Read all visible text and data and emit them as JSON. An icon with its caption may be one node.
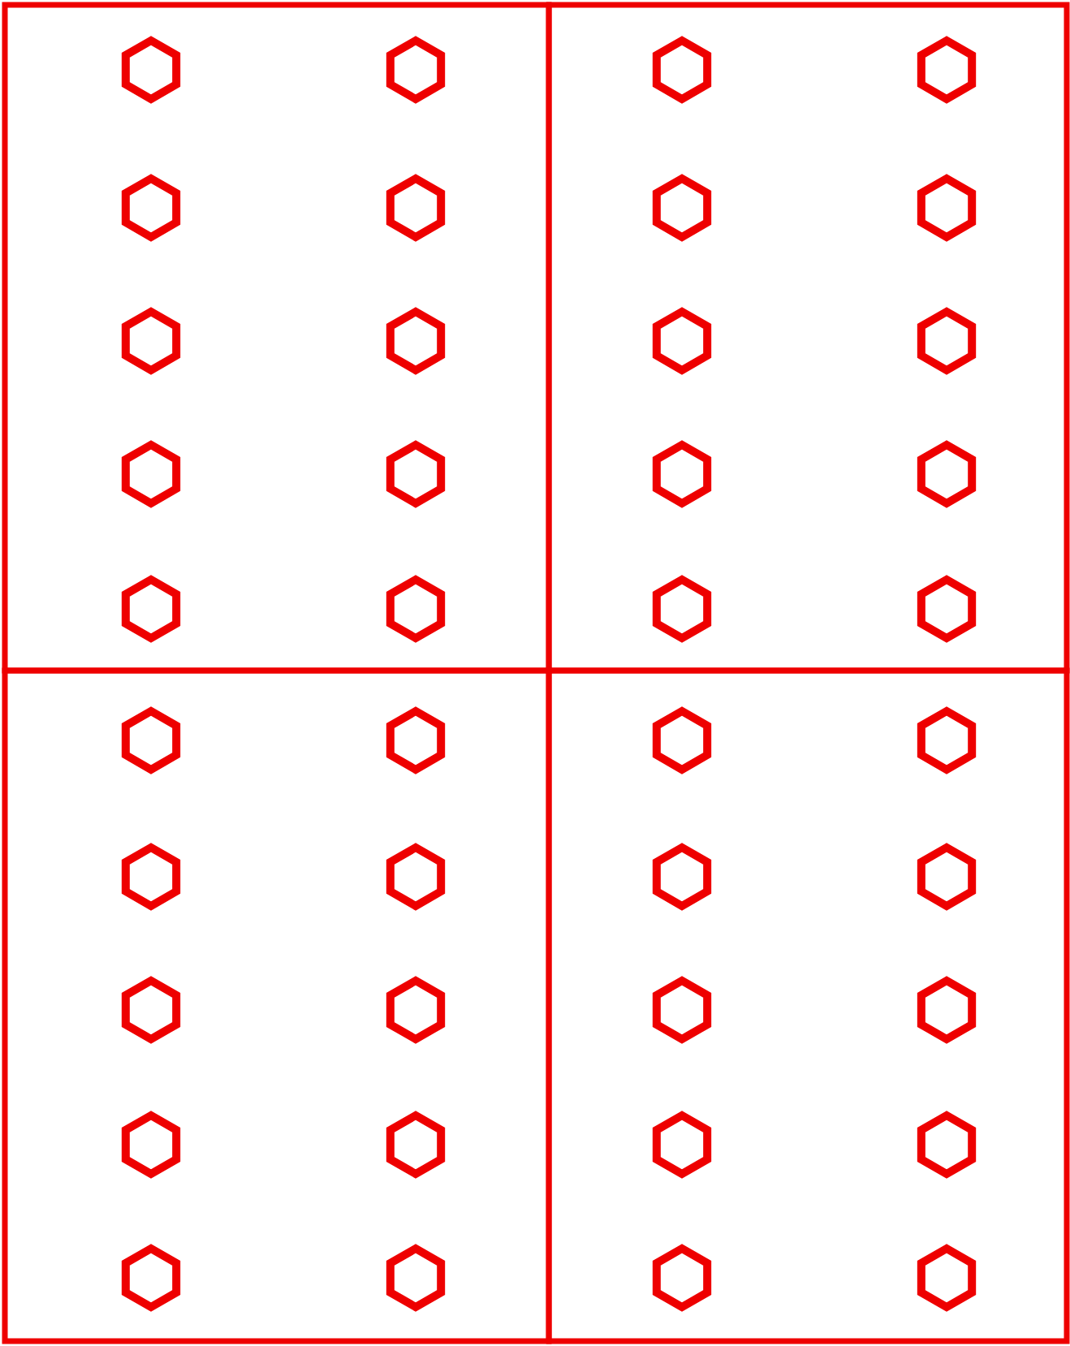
{
  "diagram": {
    "nodes": [
      {
        "text": [],
        "shape": "box"
      },
      {
        "text": [],
        "shape": "hexagon",
        "in": 0
      },
      {
        "text": [],
        "shape": "hexagon",
        "in": 0
      },
      {
        "text": [],
        "shape": "hexagon",
        "in": 0
      },
      {
        "text": [],
        "shape": "hexagon",
        "in": 0
      },
      {
        "text": [],
        "shape": "hexagon",
        "in": 0
      },
      {
        "text": [],
        "shape": "hexagon",
        "in": 0
      },
      {
        "text": [],
        "shape": "hexagon",
        "in": 0
      },
      {
        "text": [],
        "shape": "hexagon",
        "in": 0
      },
      {
        "text": [],
        "shape": "hexagon",
        "in": 0
      },
      {
        "text": [],
        "shape": "hexagon",
        "in": 0
      },
      {
        "text": [],
        "shape": "box"
      },
      {
        "text": [],
        "shape": "hexagon",
        "in": 11
      },
      {
        "text": [],
        "shape": "hexagon",
        "in": 11
      },
      {
        "text": [],
        "shape": "hexagon",
        "in": 11
      },
      {
        "text": [],
        "shape": "hexagon",
        "in": 11
      },
      {
        "text": [],
        "shape": "hexagon",
        "in": 11
      },
      {
        "text": [],
        "shape": "hexagon",
        "in": 11
      },
      {
        "text": [],
        "shape": "hexagon",
        "in": 11
      },
      {
        "text": [],
        "shape": "hexagon",
        "in": 11
      },
      {
        "text": [],
        "shape": "hexagon",
        "in": 11
      },
      {
        "text": [],
        "shape": "hexagon",
        "in": 11
      },
      {
        "text": [],
        "shape": "box"
      },
      {
        "text": [],
        "shape": "hexagon",
        "in": 22
      },
      {
        "text": [],
        "shape": "hexagon",
        "in": 22
      },
      {
        "text": [],
        "shape": "hexagon",
        "in": 22
      },
      {
        "text": [],
        "shape": "hexagon",
        "in": 22
      },
      {
        "text": [],
        "shape": "hexagon",
        "in": 22
      },
      {
        "text": [],
        "shape": "hexagon",
        "in": 22
      },
      {
        "text": [],
        "shape": "hexagon",
        "in": 22
      },
      {
        "text": [],
        "shape": "hexagon",
        "in": 22
      },
      {
        "text": [],
        "shape": "hexagon",
        "in": 22
      },
      {
        "text": [],
        "shape": "hexagon",
        "in": 22
      },
      {
        "text": [],
        "shape": "box"
      },
      {
        "text": [],
        "shape": "hexagon",
        "in": 33
      },
      {
        "text": [],
        "shape": "hexagon",
        "in": 33
      },
      {
        "text": [],
        "shape": "hexagon",
        "in": 33
      },
      {
        "text": [],
        "shape": "hexagon",
        "in": 33
      },
      {
        "text": [],
        "shape": "hexagon",
        "in": 33
      },
      {
        "text": [],
        "shape": "hexagon",
        "in": 33
      },
      {
        "text": [],
        "shape": "hexagon",
        "in": 33
      },
      {
        "text": [],
        "shape": "hexagon",
        "in": 33
      },
      {
        "text": [],
        "shape": "hexagon",
        "in": 33
      },
      {
        "text": [],
        "shape": "hexagon",
        "in": 33
      }
    ]
  }
}
